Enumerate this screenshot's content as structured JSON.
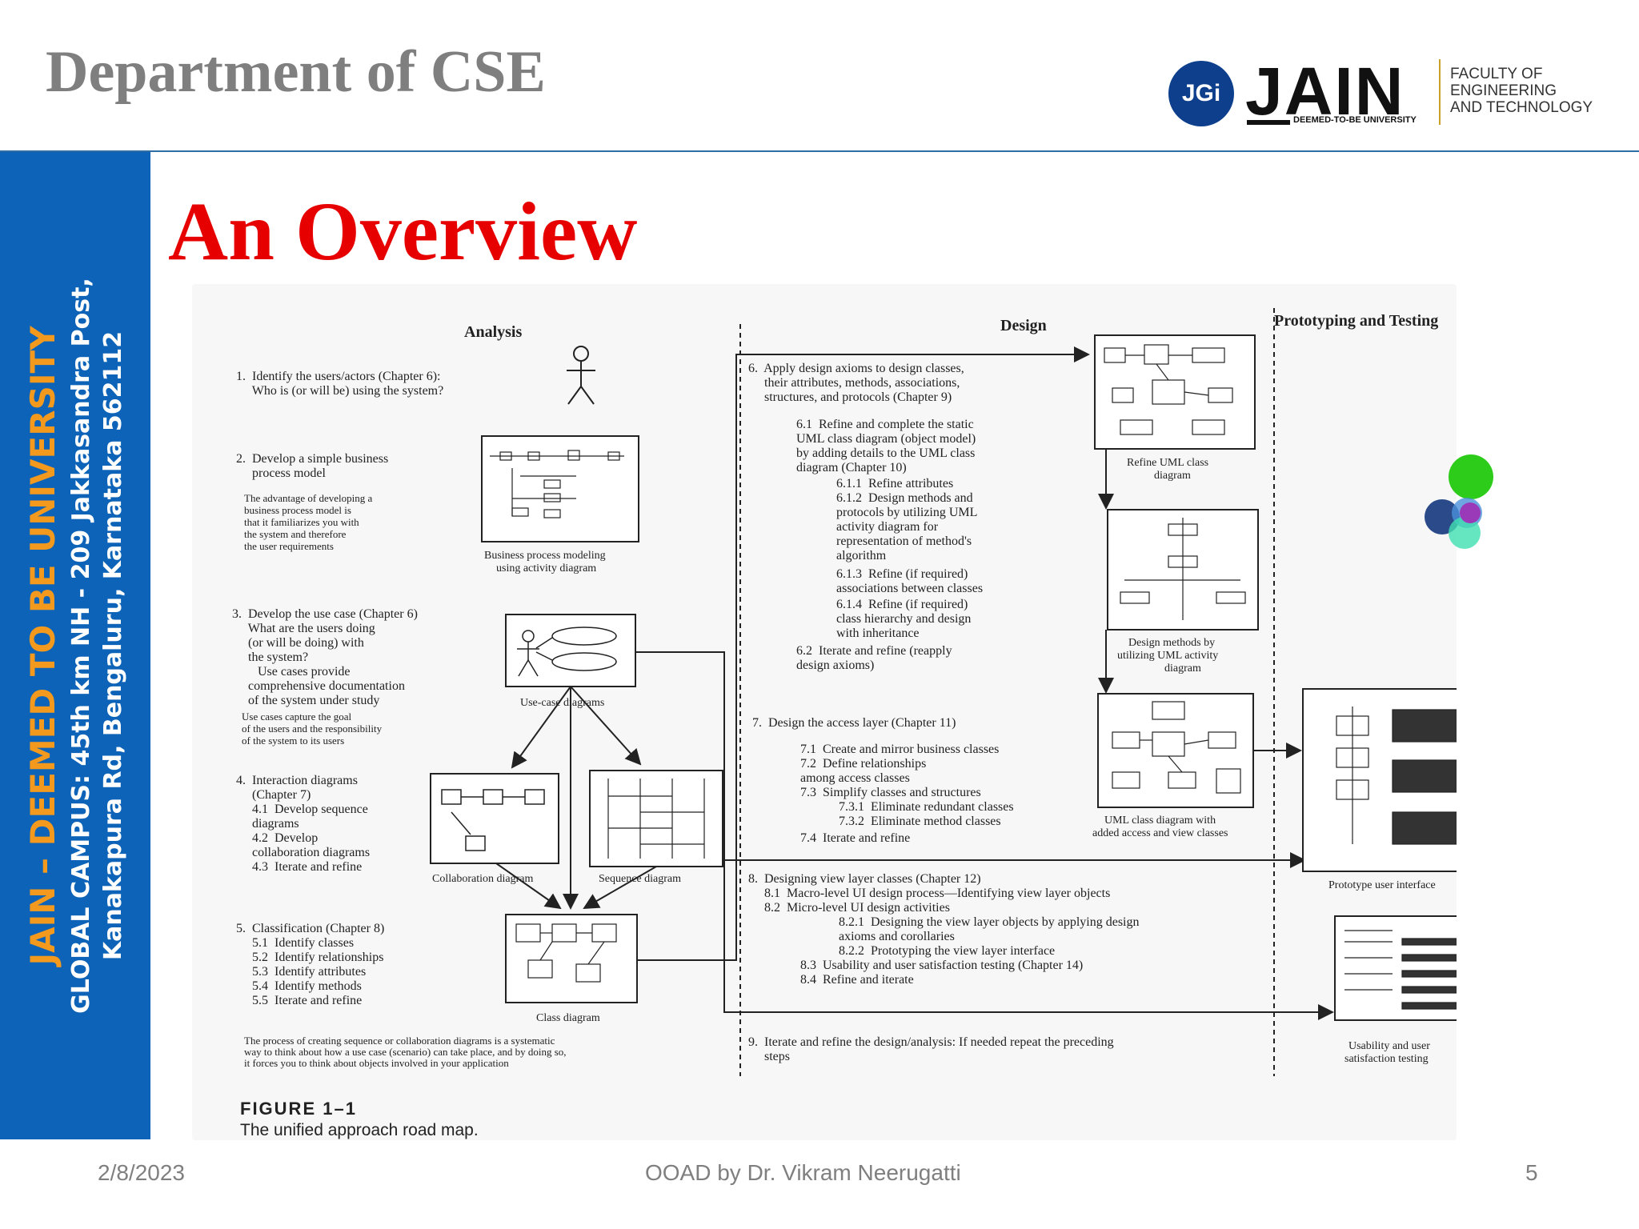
{
  "header": {
    "title": "Department of CSE",
    "logo": {
      "mark": "JGi",
      "word": "JAIN",
      "sub": "DEEMED-TO-BE UNIVERSITY",
      "faculty": [
        "FACULTY OF",
        "ENGINEERING",
        "AND TECHNOLOGY"
      ]
    }
  },
  "sidebar": {
    "line1": "JAIN – DEEMED TO BE UNIVERSITY",
    "line2": "GLOBAL CAMPUS: 45th km NH - 209 Jakkasandra Post,",
    "line3": "Kanakapura Rd, Bengaluru, Karnataka 562112"
  },
  "slide": {
    "title": "An Overview"
  },
  "figure": {
    "headings": {
      "analysis": "Analysis",
      "design": "Design",
      "prototyping": "Prototyping and Testing"
    },
    "analysis_steps": [
      [
        "1.  Identify the users/actors (Chapter 6):",
        "     Who is (or will be) using the system?"
      ],
      [
        "2.  Develop a simple business",
        "     process model"
      ],
      [
        "The advantage of developing a",
        "business process model is",
        "that it familiarizes you with",
        "the system and therefore",
        "the user requirements"
      ],
      [
        "3.  Develop the use case (Chapter 6)",
        "     What are the users doing",
        "     (or will be doing) with",
        "     the system?",
        "        Use cases provide",
        "     comprehensive documentation",
        "     of the system under study"
      ],
      [
        "Use cases capture the goal",
        "of the users and the responsibility",
        "of the system to its users"
      ],
      [
        "4.  Interaction diagrams",
        "     (Chapter 7)",
        "     4.1  Develop sequence",
        "     diagrams",
        "     4.2  Develop",
        "     collaboration diagrams",
        "     4.3  Iterate and refine"
      ],
      [
        "5.  Classification (Chapter 8)",
        "     5.1  Identify classes",
        "     5.2  Identify relationships",
        "     5.3  Identify attributes",
        "     5.4  Identify methods",
        "     5.5  Iterate and refine"
      ],
      [
        "The process of creating sequence or collaboration diagrams is a systematic",
        "way to think about how a use case (scenario) can take place, and by doing so,",
        "it forces you to think about objects involved in your application"
      ]
    ],
    "analysis_captions": {
      "bpm": [
        "Business process modeling",
        "using activity diagram"
      ],
      "usecase": "Use-case diagrams",
      "collab": "Collaboration diagram",
      "sequence": "Sequence diagram",
      "class": "Class diagram"
    },
    "design_steps": [
      [
        "6.  Apply design axioms to design classes,",
        "     their attributes, methods, associations,",
        "     structures, and protocols (Chapter 9)"
      ],
      [
        "6.1  Refine and complete the static",
        "UML class diagram (object model)",
        "by adding details to the UML class",
        "diagram (Chapter 10)"
      ],
      [
        "6.1.1  Refine attributes",
        "6.1.2  Design methods and",
        "protocols by utilizing UML",
        "activity diagram for",
        "representation of method's",
        "algorithm",
        "6.1.3  Refine (if required)",
        "associations between classes",
        "6.1.4  Refine (if required)",
        "class hierarchy and design",
        "with inheritance"
      ],
      [
        "6.2  Iterate and refine (reapply",
        "design axioms)"
      ],
      [
        "7.  Design the access layer (Chapter 11)"
      ],
      [
        "7.1  Create and mirror business classes",
        "7.2  Define relationships",
        "among access classes",
        "7.3  Simplify classes and structures"
      ],
      [
        "7.3.1  Eliminate redundant classes",
        "7.3.2  Eliminate method classes"
      ],
      [
        "7.4  Iterate and refine"
      ],
      [
        "8.  Designing view layer classes (Chapter 12)",
        "     8.1  Macro-level UI design process—Identifying view layer objects",
        "     8.2  Micro-level UI design activities"
      ],
      [
        "8.2.1  Designing the view layer objects by applying design",
        "axioms and corollaries",
        "8.2.2  Prototyping the view layer interface",
        "8.3  Usability and user satisfaction testing (Chapter 14)",
        "8.4  Refine and iterate"
      ],
      [
        "9.  Iterate and refine the design/analysis: If needed repeat the preceding",
        "     steps"
      ]
    ],
    "design_captions": {
      "refine_uml": [
        "Refine UML class",
        "diagram"
      ],
      "design_methods": [
        "Design methods by",
        "utilizing UML activity",
        "diagram"
      ],
      "uml_access": [
        "UML class diagram with",
        "added access and view classes"
      ]
    },
    "proto_captions": {
      "prototype": "Prototype user interface",
      "usability": [
        "Usability and user",
        "satisfaction testing"
      ]
    },
    "label": "FIGURE 1–1",
    "caption": "The unified approach road map."
  },
  "footer": {
    "date": "2/8/2023",
    "author": "OOAD by Dr. Vikram Neerugatti",
    "page": "5"
  }
}
